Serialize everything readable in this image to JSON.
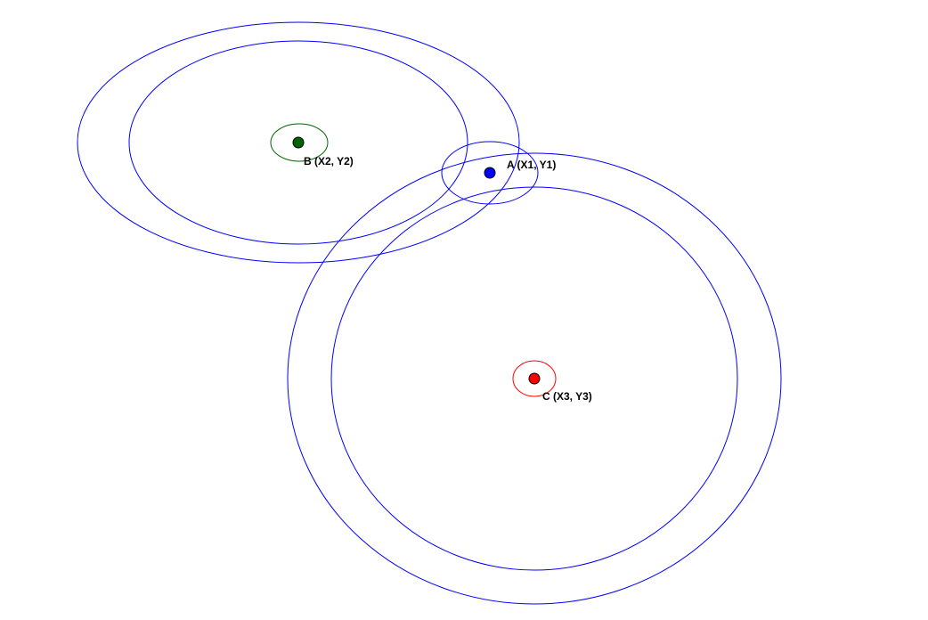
{
  "colors": {
    "range_ring": "#0000ff",
    "point_a": "#0000ff",
    "point_b": "#006400",
    "point_c": "#ff0000",
    "halo_b": "#006400",
    "halo_c": "#ff0000"
  },
  "points": {
    "a": {
      "label": "A (X1, Y1)"
    },
    "b": {
      "label": "B (X2, Y2)"
    },
    "c": {
      "label": "C (X3, Y3)"
    }
  }
}
